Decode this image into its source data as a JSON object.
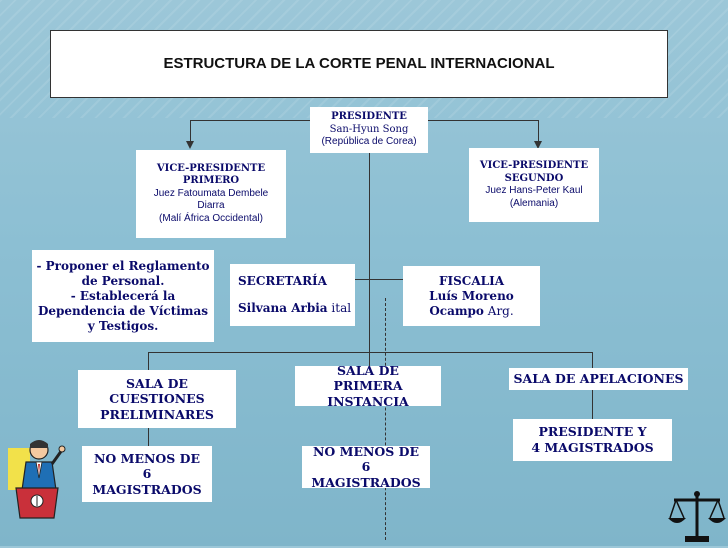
{
  "title": "ESTRUCTURA DE LA CORTE PENAL INTERNACIONAL",
  "presidente": {
    "role": "PRESIDENTE",
    "name": "San-Hyun Song",
    "country": "(República de Corea)"
  },
  "vice1": {
    "role_line1": "VICE-PRESIDENTE",
    "role_line2": "PRIMERO",
    "name": "Juez Fatoumata Dembele Diarra",
    "country": "(Malí África Occidental)"
  },
  "vice2": {
    "role_line1": "VICE-PRESIDENTE",
    "role_line2": "SEGUNDO",
    "name": "Juez Hans-Peter Kaul",
    "country": "(Alemania)"
  },
  "funciones": {
    "line1": "- Proponer el Reglamento de Personal.",
    "line2": "- Establecerá la Dependencia de Víctimas y Testigos."
  },
  "secretaria": {
    "role": "SECRETARÍA",
    "name": "Silvana Arbia",
    "country": "ital"
  },
  "fiscalia": {
    "role": "FISCALIA",
    "name": "Luís Moreno Ocampo",
    "country": "Arg."
  },
  "sala_cuestiones": "SALA DE CUESTIONES PRELIMINARES",
  "sala_primera": "SALA DE PRIMERA INSTANCIA",
  "sala_apelaciones": "SALA DE APELACIONES",
  "magistrados_1": "NO MENOS DE 6 MAGISTRADOS",
  "magistrados_2": "NO MENOS DE 6 MAGISTRADOS",
  "magistrados_3_line1": "PRESIDENTE Y",
  "magistrados_3_line2": "4 MAGISTRADOS",
  "icons": {
    "speaker": "speaker-at-podium-icon",
    "scales": "scales-of-justice-icon"
  },
  "colors": {
    "text_navy": "#0a0a6a",
    "background": "#8cbfd3"
  }
}
